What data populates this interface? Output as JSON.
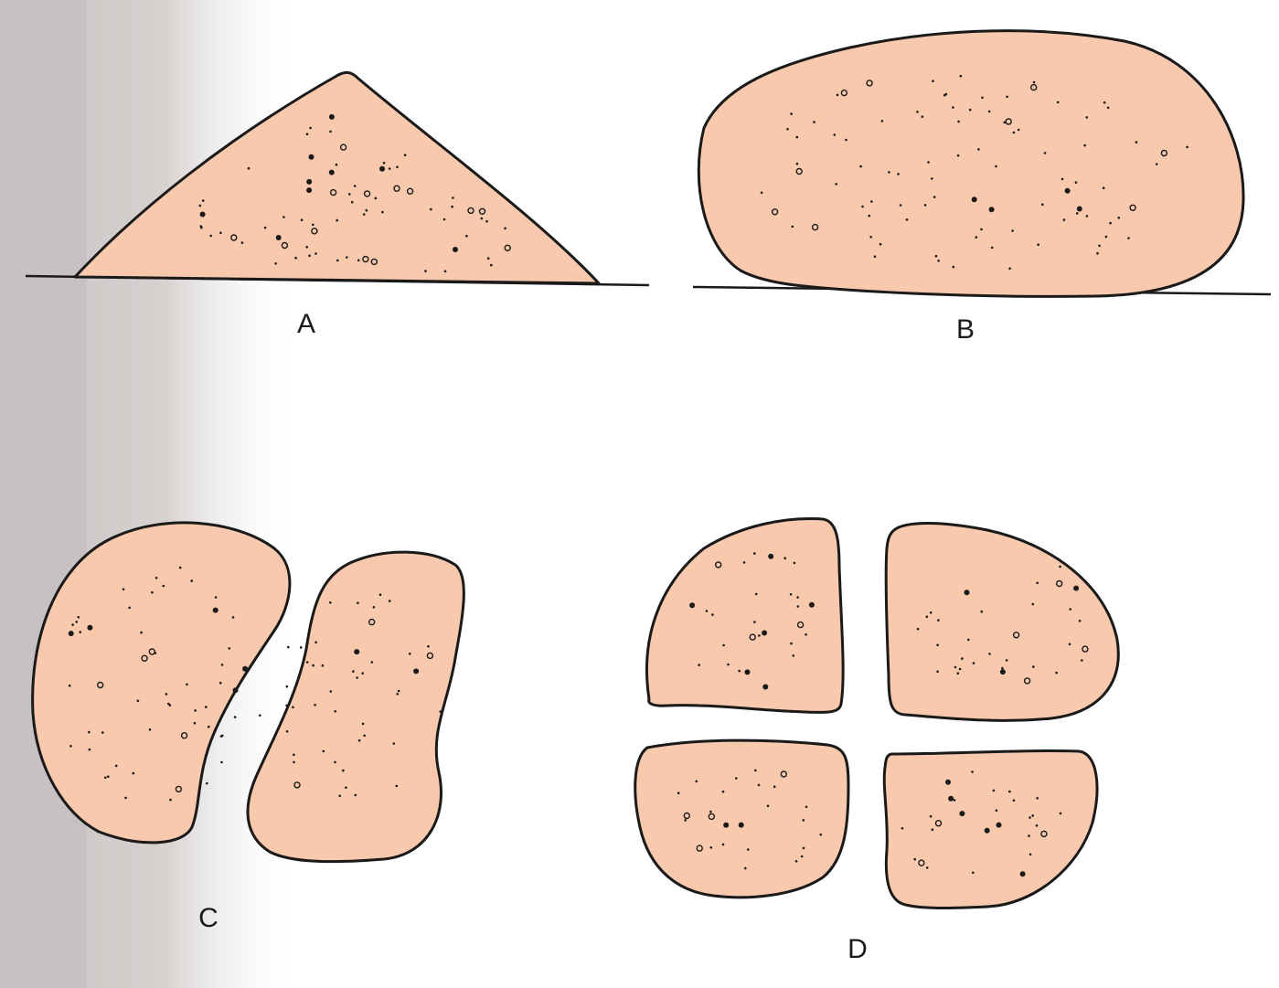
{
  "figures": {
    "A": {
      "label": "A"
    },
    "B": {
      "label": "B"
    },
    "C": {
      "label": "C"
    },
    "D": {
      "label": "D"
    }
  },
  "colors": {
    "clay_fill": "#f8c9ad",
    "outline": "#1a1a1a",
    "scan_shadow": "#c9c4c2",
    "paper": "#ffffff"
  }
}
